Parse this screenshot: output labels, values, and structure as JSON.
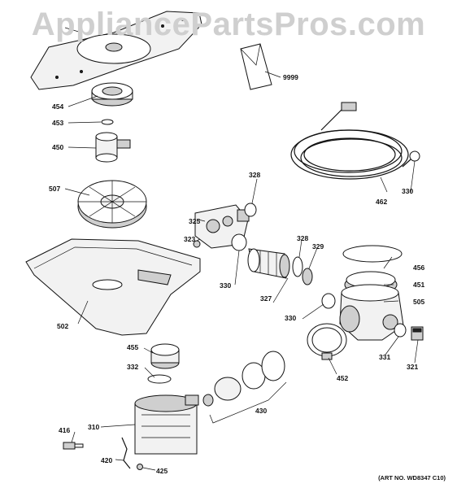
{
  "watermark": "AppliancePartsPros.com",
  "art_number": "(ART NO. WD8347 C10)",
  "labels": {
    "l_9999": "9999",
    "l_454": "454",
    "l_453": "453",
    "l_450": "450",
    "l_328a": "328",
    "l_507": "507",
    "l_325": "325",
    "l_323": "323",
    "l_330a": "330",
    "l_328b": "328",
    "l_329": "329",
    "l_456": "456",
    "l_451": "451",
    "l_505": "505",
    "l_327": "327",
    "l_330b": "330",
    "l_330c": "330",
    "l_462": "462",
    "l_502": "502",
    "l_455": "455",
    "l_332": "332",
    "l_331": "331",
    "l_321": "321",
    "l_452": "452",
    "l_430": "430",
    "l_416": "416",
    "l_310": "310",
    "l_420": "420",
    "l_425": "425"
  }
}
